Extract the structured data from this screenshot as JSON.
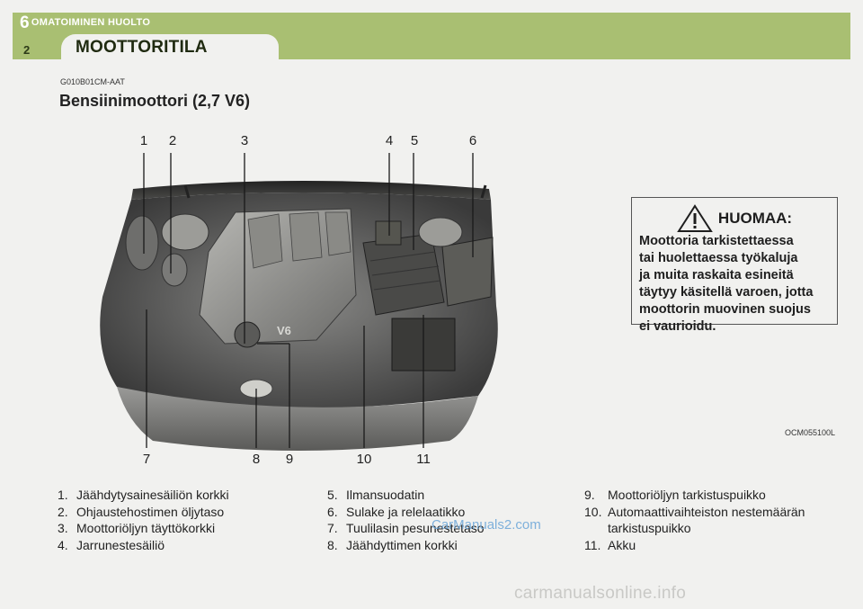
{
  "header": {
    "chapter_number": "6",
    "chapter_title": "OMATOIMINEN HUOLTO",
    "page_number": "2",
    "section_title": "MOOTTORITILA"
  },
  "doc_code": "G010B01CM-AAT",
  "subtitle": "Bensiinimoottori (2,7 V6)",
  "figure": {
    "code": "OCM055100L",
    "callouts_top": [
      "1",
      "2",
      "3",
      "4",
      "5",
      "6"
    ],
    "callouts_bottom": [
      "7",
      "8",
      "9",
      "10",
      "11"
    ],
    "engine_badge": "V6"
  },
  "notice": {
    "title": "HUOMAA:",
    "lines": [
      "Moottoria tarkistettaessa",
      "tai huolettaessa työkaluja",
      "ja muita raskaita esineitä",
      "täytyy käsitellä varoen, jotta",
      "moottorin muovinen suojus",
      "ei vaurioidu."
    ]
  },
  "legend": {
    "col1": [
      {
        "n": "1.",
        "t": "Jäähdytysainesäiliön korkki"
      },
      {
        "n": "2.",
        "t": "Ohjaustehostimen öljytaso"
      },
      {
        "n": "3.",
        "t": "Moottoriöljyn täyttökorkki"
      },
      {
        "n": "4.",
        "t": "Jarrunestesäiliö"
      }
    ],
    "col2": [
      {
        "n": "5.",
        "t": "Ilmansuodatin"
      },
      {
        "n": "6.",
        "t": "Sulake ja relelaatikko"
      },
      {
        "n": "7.",
        "t": "Tuulilasin pesunestetaso"
      },
      {
        "n": "8.",
        "t": "Jäähdyttimen korkki"
      }
    ],
    "col3": [
      {
        "n": "9.",
        "t": "Moottoriöljyn tarkistuspuikko"
      },
      {
        "n": "10.",
        "t": "Automaattivaihteiston nestemäärän"
      },
      {
        "n": "",
        "t": "tarkistuspuikko"
      },
      {
        "n": "11.",
        "t": "Akku"
      }
    ]
  },
  "watermarks": [
    "CarManuals2.com",
    "carmanualsonline.info"
  ],
  "colors": {
    "header_green": "#a9bf72",
    "page_bg": "#f1f1ef",
    "watermark_blue": "#6aa5d8"
  }
}
